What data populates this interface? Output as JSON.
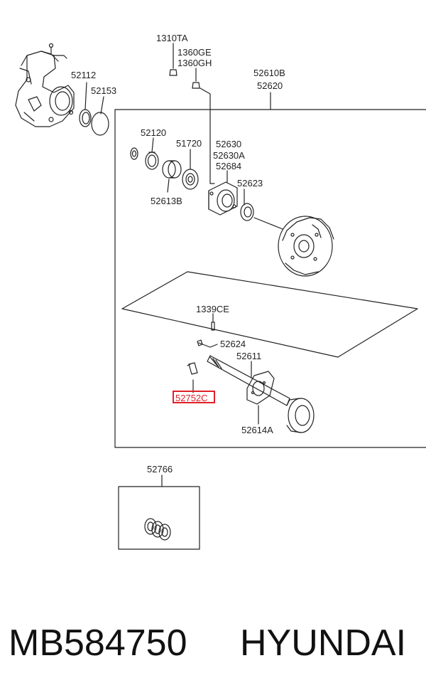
{
  "colors": {
    "highlight": "#e0202a",
    "line": "#222222"
  },
  "labels": {
    "l_1310TA": "1310TA",
    "l_1360GE": "1360GE",
    "l_1360GH": "1360GH",
    "l_52112": "52112",
    "l_52153": "52153",
    "l_52610B": "52610B",
    "l_52620": "52620",
    "l_52120": "52120",
    "l_51720": "51720",
    "l_52630": "52630",
    "l_52630A": "52630A",
    "l_52684": "52684",
    "l_52623": "52623",
    "l_52613B": "52613B",
    "l_1339CE": "1339CE",
    "l_52624": "52624",
    "l_52611": "52611",
    "l_52752C": "52752C",
    "l_52614A": "52614A",
    "l_52766": "52766"
  },
  "footer": {
    "part_number": "MB584750",
    "brand": "HYUNDAI"
  }
}
